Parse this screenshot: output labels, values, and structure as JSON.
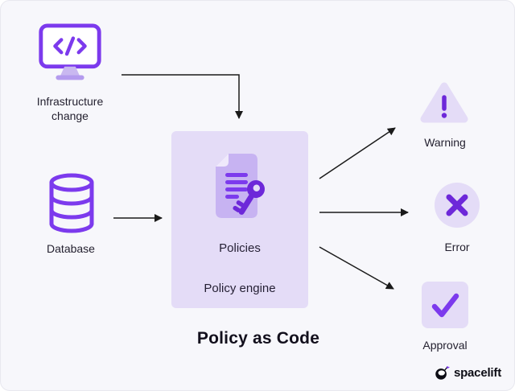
{
  "title": "Policy as Code",
  "colors": {
    "bg": "#f7f7fb",
    "purple": "#7c3aed",
    "purple-dark": "#6d28d9",
    "lavender": "#e4dcf7",
    "doc": "#c7b3f2",
    "ink": "#120f1c",
    "arrow": "#1a1a1a"
  },
  "nodes": {
    "infrastructure": {
      "label": "Infrastructure change",
      "icon": "monitor-code-icon"
    },
    "database": {
      "label": "Database",
      "icon": "database-icon"
    },
    "policy_engine": {
      "icon_label": "Policies",
      "box_label": "Policy engine",
      "icon": "document-key-icon"
    },
    "outcomes": [
      {
        "label": "Warning",
        "icon": "warning-triangle-icon"
      },
      {
        "label": "Error",
        "icon": "error-cross-icon"
      },
      {
        "label": "Approval",
        "icon": "approval-check-icon"
      }
    ]
  },
  "logo": {
    "text": "spacelift",
    "icon": "spacelift-astronaut-icon"
  }
}
